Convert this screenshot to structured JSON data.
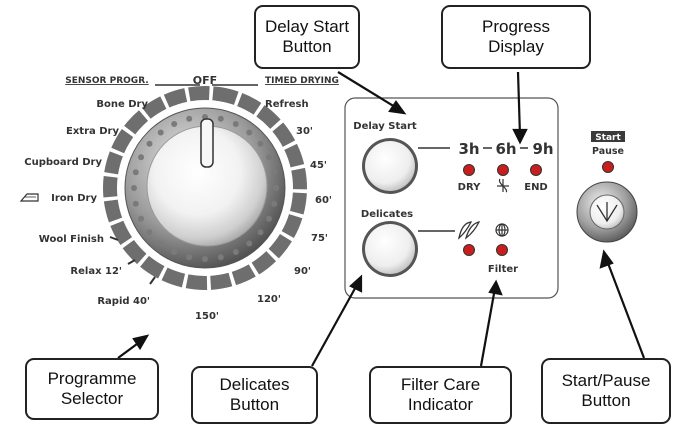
{
  "callouts": {
    "delay_start_button": [
      "Delay Start",
      "Button"
    ],
    "progress_display": [
      "Progress",
      "Display"
    ],
    "programme_selector": [
      "Programme",
      "Selector"
    ],
    "delicates_button": [
      "Delicates",
      "Button"
    ],
    "filter_care_indicator": [
      "Filter Care",
      "Indicator"
    ],
    "start_pause_button": [
      "Start/Pause",
      "Button"
    ]
  },
  "dial": {
    "off_label": "OFF",
    "sensor_heading": "SENSOR PROGR.",
    "timed_heading": "TIMED DRYING",
    "sensor_programmes": [
      "Bone Dry",
      "Extra Dry",
      "Cupboard Dry",
      "Iron Dry",
      "Wool Finish",
      "Relax 12'",
      "Rapid 40'"
    ],
    "timed_programmes": [
      "Refresh",
      "30'",
      "45'",
      "60'",
      "75'",
      "90'",
      "120'",
      "150'"
    ]
  },
  "panel": {
    "delay_start_label": "Delay Start",
    "delay_times": [
      "3h",
      "6h",
      "9h"
    ],
    "progress_labels": [
      "DRY",
      "END"
    ],
    "delicates_label": "Delicates",
    "filter_label": "Filter"
  },
  "start_pause": {
    "start_label": "Start",
    "pause_label": "Pause"
  },
  "colors": {
    "led_red": "#c81e1e",
    "ring_gray": "#6e6e6e",
    "line": "#333333"
  }
}
